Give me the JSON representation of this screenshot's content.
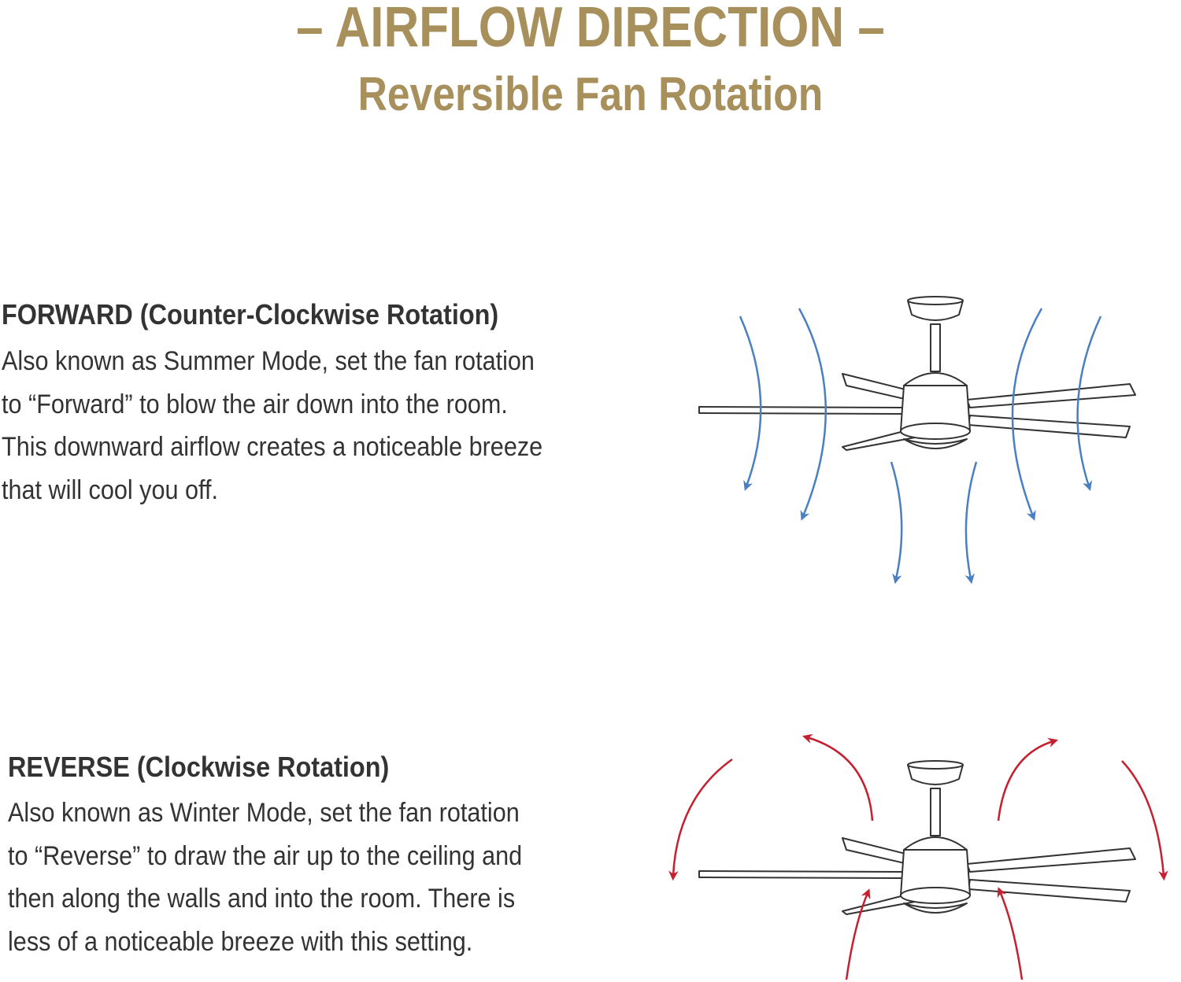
{
  "header": {
    "title": "– AIRFLOW DIRECTION –",
    "subtitle": "Reversible Fan Rotation"
  },
  "forward": {
    "heading": "FORWARD (Counter-Clockwise Rotation)",
    "lines": [
      "Also known as Summer Mode, set the fan rotation",
      "to “Forward” to blow the air down into the room.",
      "This downward airflow creates a noticeable breeze",
      "that will cool you off."
    ],
    "arrow_color": "#4A7FC1"
  },
  "reverse": {
    "heading": "REVERSE (Clockwise Rotation)",
    "lines": [
      "Also known as Winter Mode, set the fan rotation",
      "to “Reverse” to draw the air up to the ceiling and",
      "then along the walls and into the room. There is",
      "less of a noticeable breeze with this setting."
    ],
    "arrow_color": "#C4202F"
  },
  "colors": {
    "accent": "#A8905C",
    "text": "#333333",
    "fan_stroke": "#333333"
  }
}
